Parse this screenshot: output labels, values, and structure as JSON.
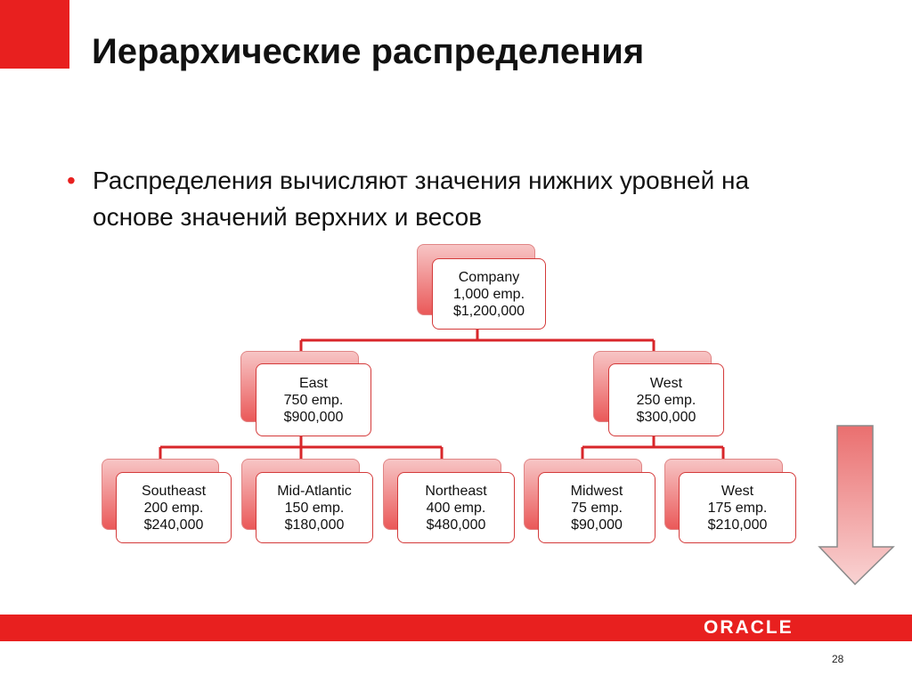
{
  "slide": {
    "title": "Иерархические распределения",
    "bullet": "Распределения вычисляют значения нижних уровней на основе значений верхних и весов",
    "page_number": "28"
  },
  "brand": {
    "logo_text": "ORACLE",
    "accent_color": "#e8201f"
  },
  "hierarchy": {
    "root": {
      "name": "Company",
      "employees": "1,000 emp.",
      "amount": "$1,200,000"
    },
    "regions": [
      {
        "name": "East",
        "employees": "750 emp.",
        "amount": "$900,000",
        "children": [
          {
            "name": "Southeast",
            "employees": "200 emp.",
            "amount": "$240,000"
          },
          {
            "name": "Mid-Atlantic",
            "employees": "150 emp.",
            "amount": "$180,000"
          },
          {
            "name": "Northeast",
            "employees": "400 emp.",
            "amount": "$480,000"
          }
        ]
      },
      {
        "name": "West",
        "employees": "250 emp.",
        "amount": "$300,000",
        "children": [
          {
            "name": "Midwest",
            "employees": "75 emp.",
            "amount": "$90,000"
          },
          {
            "name": "West",
            "employees": "175 emp.",
            "amount": "$210,000"
          }
        ]
      }
    ]
  }
}
